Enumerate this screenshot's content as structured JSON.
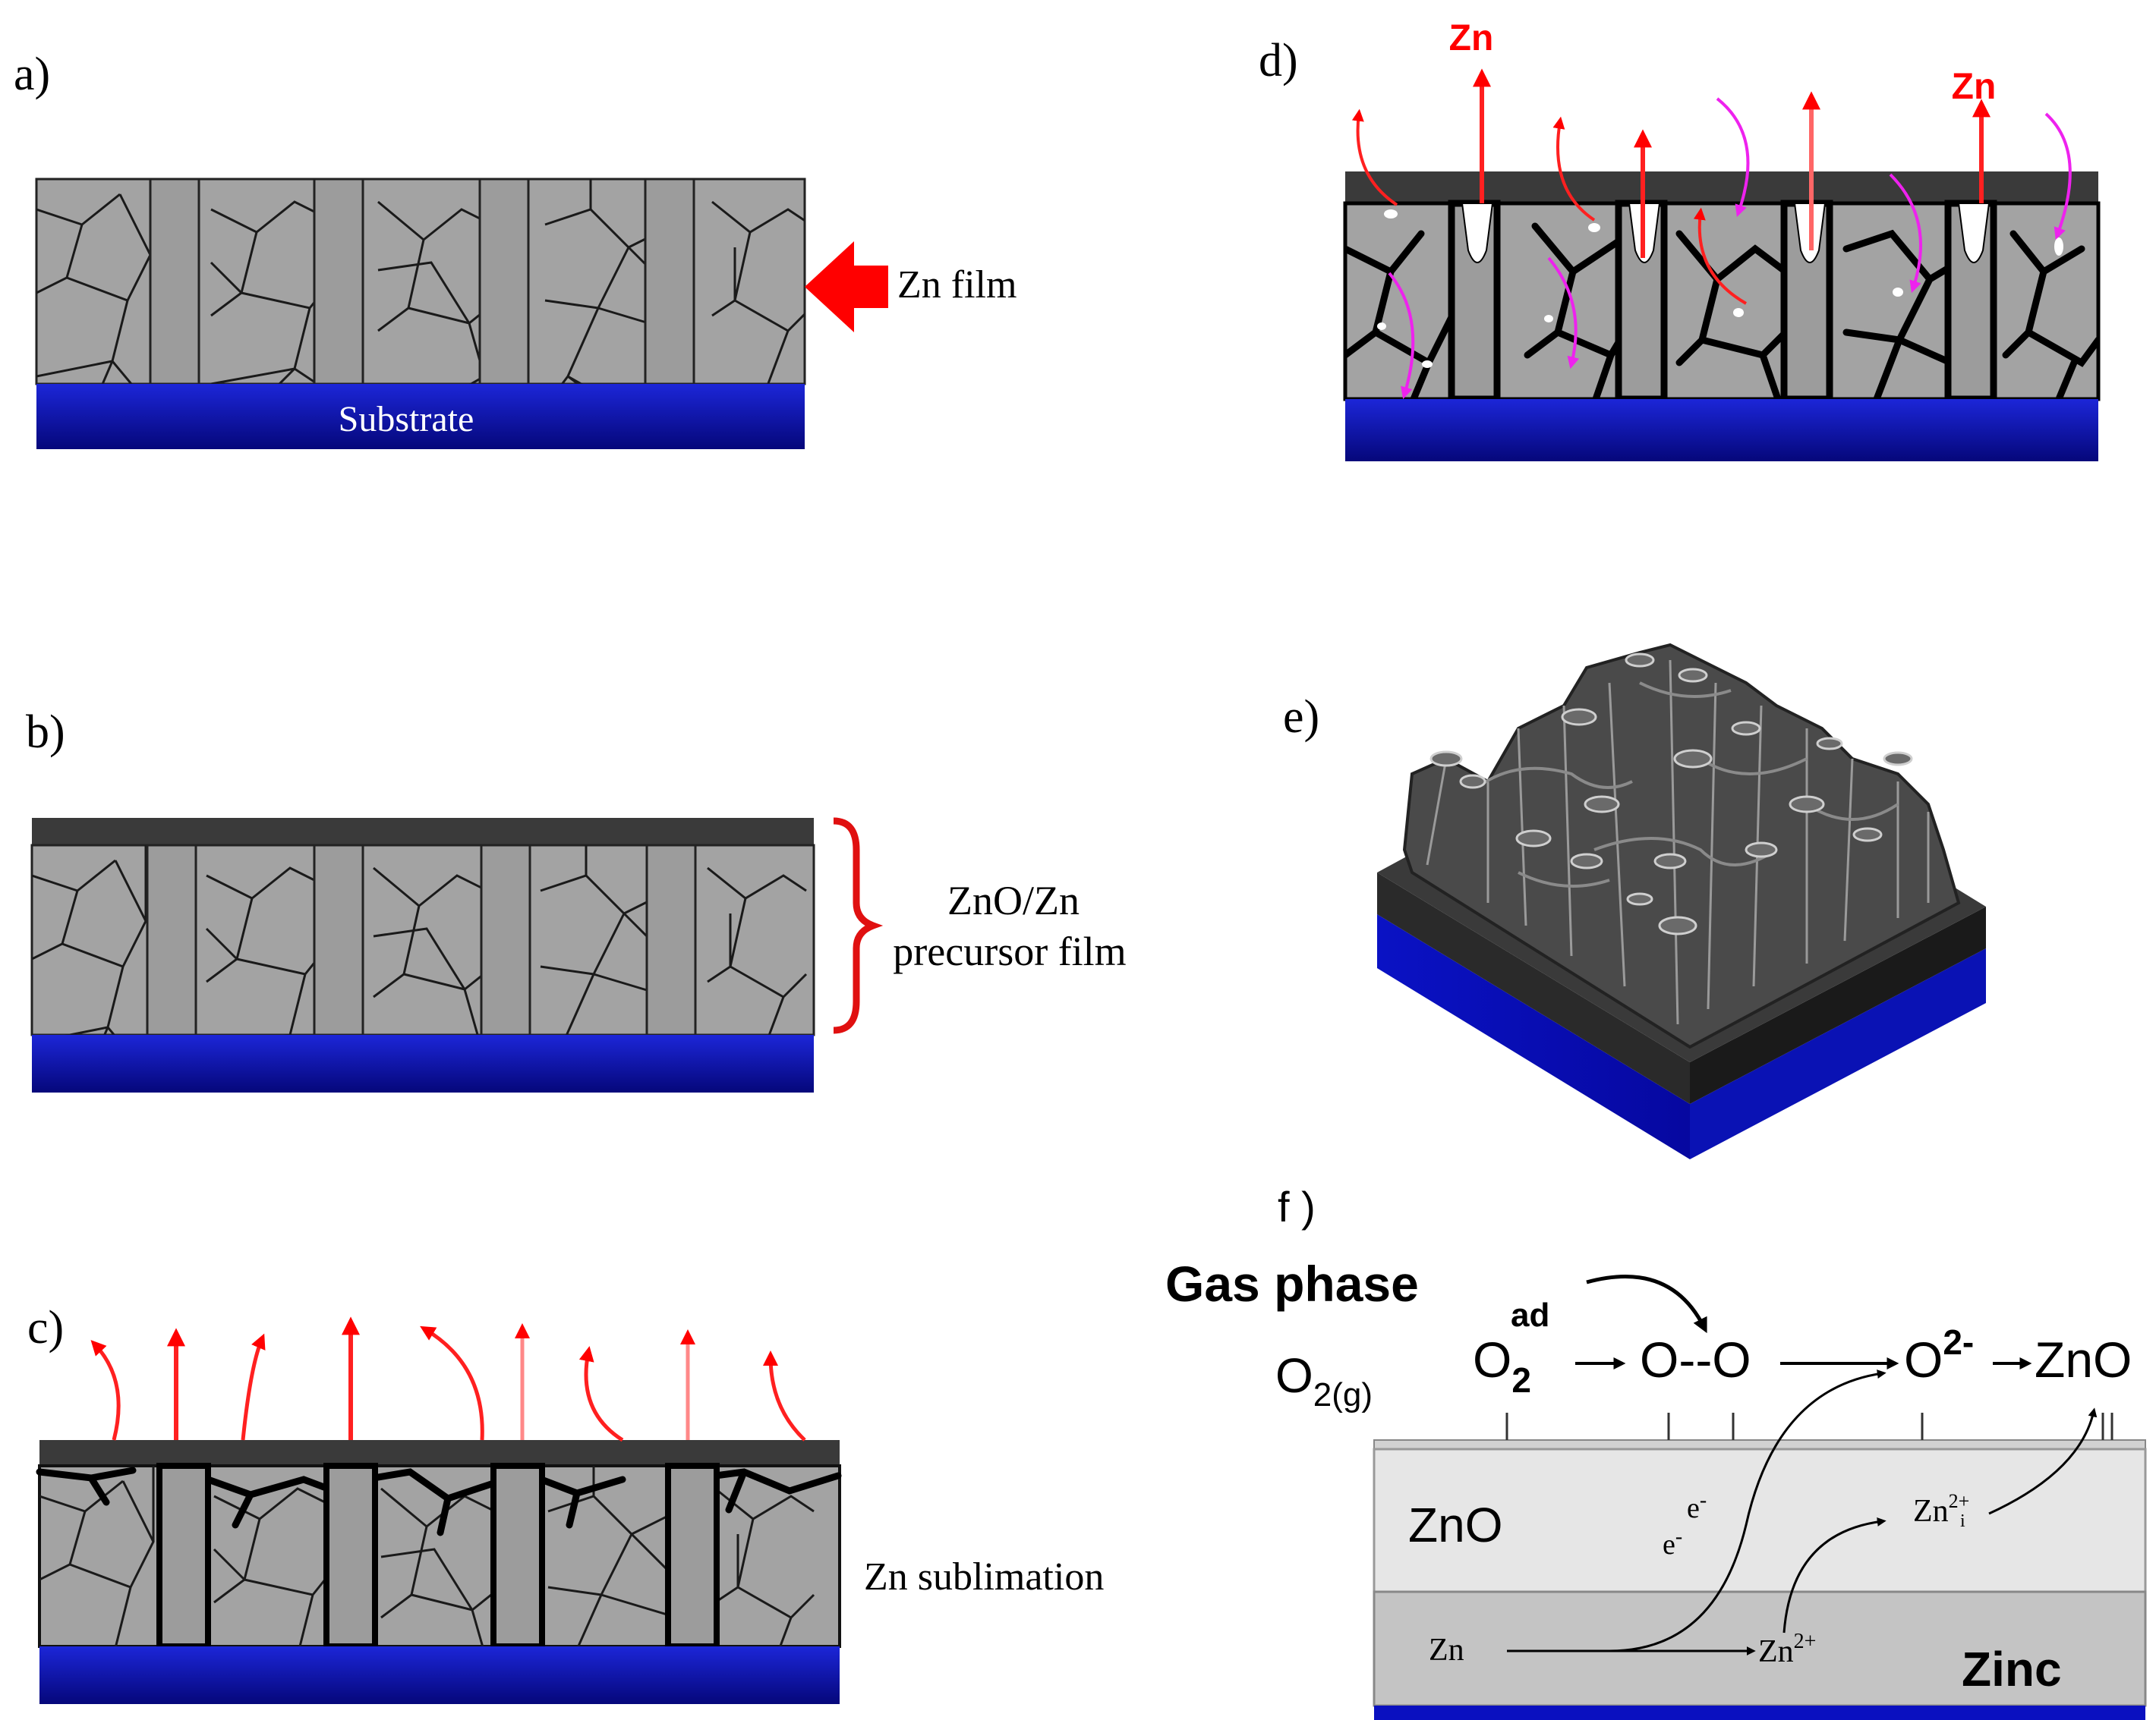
{
  "panels": {
    "a": {
      "label": "a)",
      "zn_film": "Zn film",
      "substrate": "Substrate"
    },
    "b": {
      "label": "b)",
      "precursor_line1": "ZnO/Zn",
      "precursor_line2": "precursor film"
    },
    "c": {
      "label": "c)",
      "sublimation": "Zn sublimation"
    },
    "d": {
      "label": "d)",
      "zn_left": "Zn",
      "zn_right": "Zn"
    },
    "e": {
      "label": "e)"
    },
    "f": {
      "label": "f )",
      "gas_phase": "Gas phase",
      "o2g_main": "O",
      "o2g_sub": "2(g)",
      "o2ad_main": "O",
      "o2ad_sub": "2",
      "o2ad_sup": "ad",
      "oo": "O--O",
      "o2minus_main": "O",
      "o2minus_sup": "2-",
      "zno_product": "ZnO",
      "zno_layer": "ZnO",
      "zinc_layer": "Zinc",
      "electron_1": "e",
      "electron_1_sup": "-",
      "electron_2": "e",
      "electron_2_sup": "-",
      "zn_metal": "Zn",
      "zn2plus_main": "Zn",
      "zn2plus_sup": "2+",
      "zni_main": "Zn",
      "zni_sup": "2+",
      "zni_sub": "i"
    }
  },
  "colors": {
    "substrate": "#0a10a8",
    "film_gray": "#a3a3a3",
    "pillar_gray": "#9c9c9c",
    "oxide_top": "#3a3a3a",
    "arrow_red": "#ff0000",
    "arrow_magenta": "#ee22ee",
    "zno_layer": "#e6e6e6",
    "zinc_layer": "#c4c4c4"
  }
}
